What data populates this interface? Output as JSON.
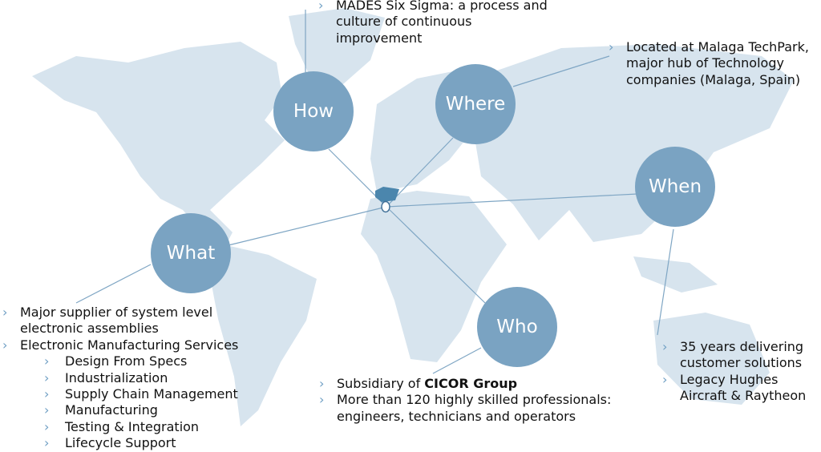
{
  "circles": {
    "how": "How",
    "where": "Where",
    "when": "When",
    "what": "What",
    "who": "Who"
  },
  "how_block": {
    "items": [
      "MADES Six Sigma: a process and culture of continuous improvement"
    ]
  },
  "where_block": {
    "items": [
      "Located at Malaga TechPark, major hub of Technology companies (Malaga, Spain)"
    ]
  },
  "when_block": {
    "items": [
      "35 years delivering customer solutions",
      "Legacy Hughes Aircraft & Raytheon"
    ]
  },
  "what_block": {
    "items": [
      "Major supplier of system level electronic assemblies",
      "Electronic Manufacturing Services"
    ],
    "sub_items": [
      "Design From Specs",
      "Industrialization",
      "Supply Chain Management",
      "Manufacturing",
      "Testing & Integration",
      "Lifecycle Support"
    ]
  },
  "who_block": {
    "subsidiary_prefix": "Subsidiary of ",
    "subsidiary_name": "CICOR Group",
    "professionals": "More than 120 highly skilled professionals: engineers, technicians and operators"
  },
  "colors": {
    "map": "#d7e4ee",
    "circle": "#7aa3c2",
    "connector": "#7fa6c4",
    "spain": "#4b86ad",
    "bullet": "#6f9fc4"
  }
}
